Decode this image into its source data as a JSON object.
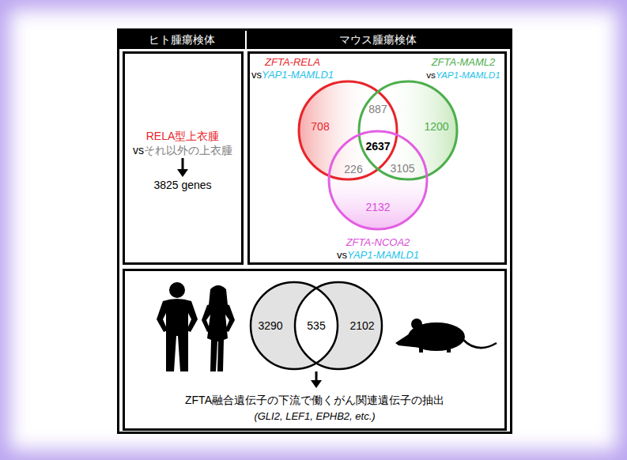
{
  "diagram": {
    "nodes": [
      {
        "text": [
          "ヒト腫瘍検体"
        ]
      },
      {
        "text": [
          "マウス腫瘍検体"
        ]
      },
      {
        "text": [
          "RELA型上衣腫",
          "vs",
          "それ以外の上衣腫",
          "3825 genes"
        ]
      },
      {
        "text": [
          "ZFTA-RELA",
          "vs",
          "YAP1-MAMLD1",
          "ZFTA-MAML2",
          "vs",
          "YAP1-MAMLD1",
          "708",
          "887",
          "1200",
          "2637",
          "226",
          "3105",
          "2132",
          "ZFTA-NCOA2",
          "vs",
          "YAP1-MAMLD1"
        ]
      },
      {
        "text": [
          "3290",
          "535",
          "2102",
          "ZFTA融合遺伝子の下流で働くがん関連遺伝子の抽出",
          "(GLI2, LEF1, EPHB2, etc.)"
        ]
      }
    ]
  }
}
